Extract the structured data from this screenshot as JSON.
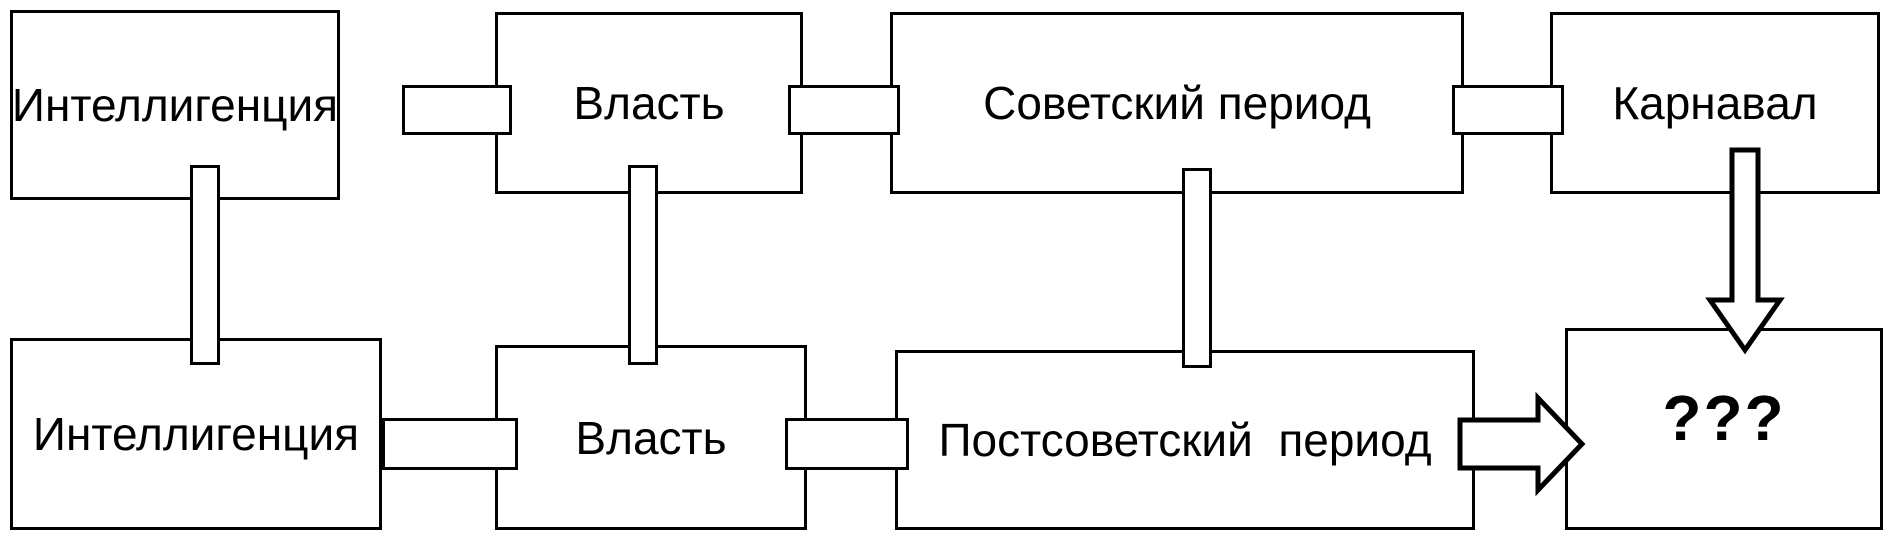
{
  "diagram": {
    "top_row": {
      "intelligentsia": "Интеллигенция",
      "power": "Власть",
      "period": "Советский период",
      "carnival": "Карнавал"
    },
    "bottom_row": {
      "intelligentsia": "Интеллигенция",
      "power": "Власть",
      "period": "Постсоветский  период",
      "unknown": "???"
    }
  }
}
